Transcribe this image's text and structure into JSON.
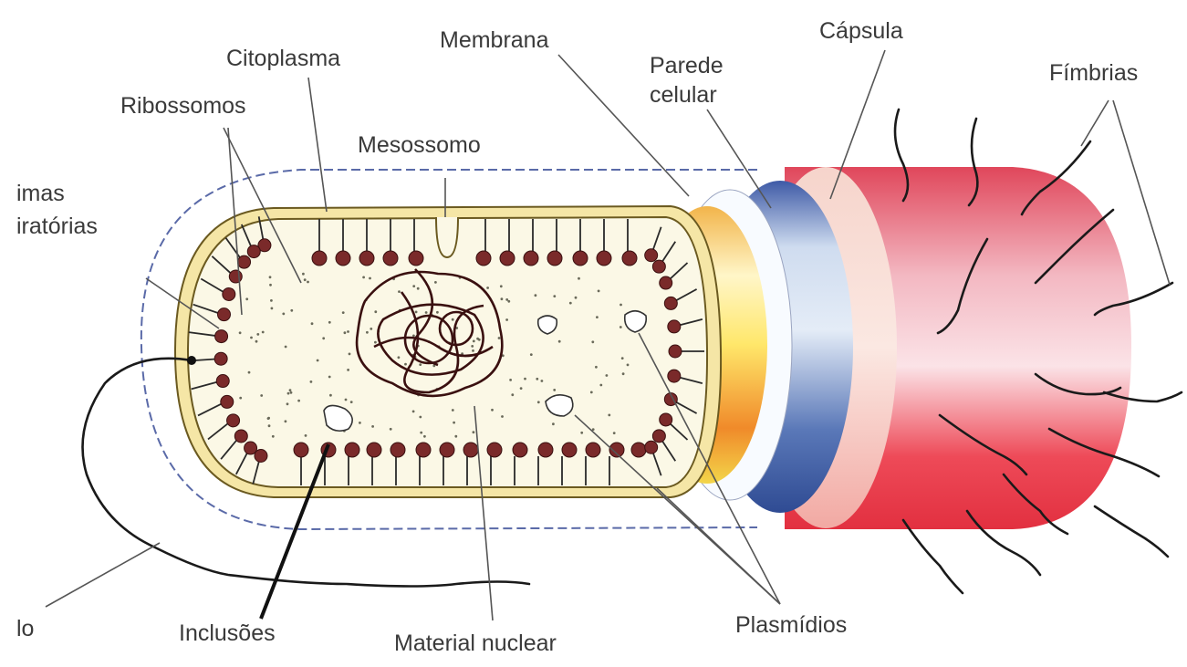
{
  "labels": {
    "citoplasma": "Citoplasma",
    "membrana": "Membrana",
    "capsula": "Cápsula",
    "parede": [
      "Parede",
      "celular"
    ],
    "fimbrias": "Fímbrias",
    "ribossomos": "Ribossomos",
    "mesossomo": "Mesossomo",
    "lamelas": [
      "imas",
      "iratórias"
    ],
    "flagelo": "lo",
    "inclusoes": "Inclusões",
    "material_nuclear": "Material nuclear",
    "plasmidios": "Plasmídios"
  },
  "colors": {
    "capsule_red": "#e8374a",
    "capsule_pink": "#f6c9cf",
    "wall_blue": "#3f5fa6",
    "membrane_yellow": "#f2c419",
    "cytoplasm": "#f7f4dc",
    "ribosome": "#7a2a2a"
  }
}
